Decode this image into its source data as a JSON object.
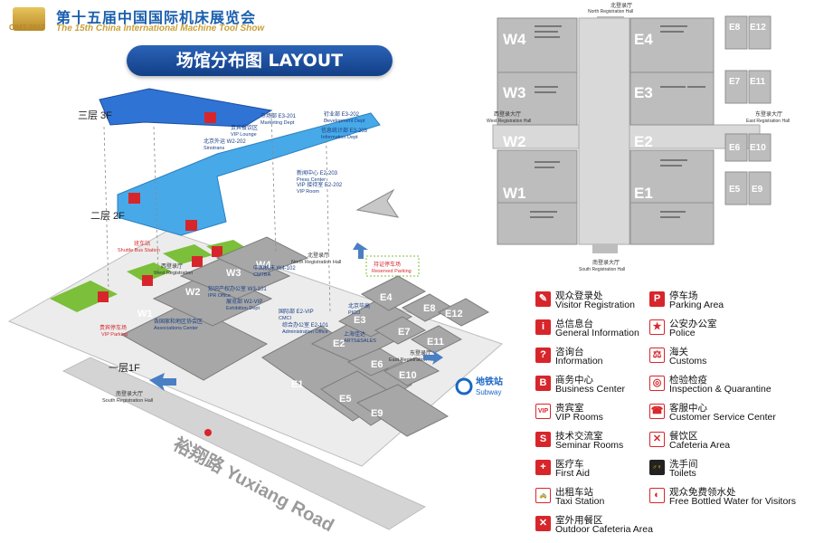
{
  "header": {
    "logo_year": "CIMT 2017",
    "title_cn": "第十五届中国国际机床展览会",
    "title_en": "The 15th China International Machine Tool Show",
    "banner": "场馆分布图 LAYOUT"
  },
  "iso_map": {
    "floor3": "三层 3F",
    "floor2": "二层 2F",
    "floor1": "一层1F",
    "road": "裕翔路 Yuxiang Road",
    "subway_cn": "地铁站",
    "subway_en": "Subway",
    "south_hall_cn": "南登录大厅",
    "south_hall_en": "South Registration Hall",
    "west_hall_cn": "西登录厅",
    "west_hall_en": "West Registration",
    "north_hall_cn": "北登录厅",
    "north_hall_en": "North Registration Hall",
    "east_hall_cn": "东登录厅",
    "east_hall_en": "East Registration Hall",
    "shuttle_cn": "班车站",
    "shuttle_en": "Shuttle Bus Station",
    "vip_parking_cn": "贵宾停车场",
    "vip_parking_en": "VIP Parking",
    "reserved_cn": "持证停车场",
    "reserved_en": "Reserved Parking",
    "dev_cn": "行业部 E3-202",
    "dev_en": "Development Dept",
    "mkt_cn": "市场部 E3-201",
    "mkt_en": "Marketing Dept",
    "info_dept_cn": "信息统计部 E3-203",
    "info_dept_en": "Information Dept",
    "vip_lounge_cn": "贵宾餐饮区",
    "vip_lounge_en": "VIP Lounge",
    "sino_cn": "北京外运 W2-202",
    "sino_en": "Sinotrans",
    "press_cn": "新闻中心 E2-203",
    "press_en": "Press Center",
    "viproom_cn": "VIP 接待室 E2-202",
    "viproom_en": "VIP Room",
    "cmtba_cn": "中国机床 W4-102",
    "cmtba_en": "CMTBA",
    "ipr_cn": "知识产权办公室 W3-101",
    "ipr_en": "IPR Office",
    "exh_cn": "展览部 W2-VIP",
    "exh_en": "Exhibition Dept",
    "cmcj_cn": "国际部 E2-VIP",
    "cmcj_en": "CMCI",
    "admin_cn": "综合办公室 E2-101",
    "admin_en": "Administration Office",
    "assoc_cn": "各国家和地区协会区",
    "assoc_en": "Associations Center",
    "art_cn": "上海佳达",
    "art_en": "ARTS&SALES",
    "pico_cn": "北京毕高",
    "pico_en": "PICO",
    "halls": [
      "W1",
      "W2",
      "W3",
      "W4",
      "E1",
      "E2",
      "E3",
      "E4",
      "E5",
      "E6",
      "E7",
      "E8",
      "E9",
      "E10",
      "E11",
      "E12"
    ]
  },
  "floorplan": {
    "north_cn": "北登录厅",
    "north_en": "North Registration Hall",
    "south_cn": "南登录大厅",
    "south_en": "South Registration Hall",
    "west_cn": "西登录大厅",
    "west_en": "West Registration Hall",
    "east_cn": "东登录大厅",
    "east_en": "East Registration Hall",
    "halls_large": [
      "W4",
      "W3",
      "W2",
      "W1",
      "E4",
      "E3",
      "E2",
      "E1"
    ],
    "halls_small": [
      "E8",
      "E12",
      "E7",
      "E11",
      "E6",
      "E10",
      "E5",
      "E9"
    ]
  },
  "legend": [
    {
      "icon": "visitor-registration-icon",
      "symbol": "✎",
      "style": "red",
      "cn": "观众登录处",
      "en": "Visitor Registration"
    },
    {
      "icon": "parking-icon",
      "symbol": "P",
      "style": "red",
      "cn": "停车场",
      "en": "Parking Area"
    },
    {
      "icon": "general-information-icon",
      "symbol": "i",
      "style": "red",
      "cn": "总信息台",
      "en": "General Information"
    },
    {
      "icon": "police-icon",
      "symbol": "★",
      "style": "outline",
      "cn": "公安办公室",
      "en": "Police"
    },
    {
      "icon": "information-icon",
      "symbol": "?",
      "style": "red",
      "cn": "咨询台",
      "en": "Information"
    },
    {
      "icon": "customs-icon",
      "symbol": "⚖",
      "style": "outline",
      "cn": "海关",
      "en": "Customs"
    },
    {
      "icon": "business-center-icon",
      "symbol": "B",
      "style": "red",
      "cn": "商务中心",
      "en": "Business Center"
    },
    {
      "icon": "inspection-icon",
      "symbol": "◎",
      "style": "outline",
      "cn": "检验检疫",
      "en": "Inspection & Quarantine"
    },
    {
      "icon": "vip-rooms-icon",
      "symbol": "VIP",
      "style": "outline",
      "cn": "贵宾室",
      "en": "VIP Rooms"
    },
    {
      "icon": "customer-service-icon",
      "symbol": "☎",
      "style": "outline",
      "cn": "客服中心",
      "en": "Customer Service Center"
    },
    {
      "icon": "seminar-rooms-icon",
      "symbol": "S",
      "style": "red",
      "cn": "技术交流室",
      "en": "Seminar Rooms"
    },
    {
      "icon": "cafeteria-icon",
      "symbol": "✕",
      "style": "outline",
      "cn": "餐饮区",
      "en": "Cafeteria Area"
    },
    {
      "icon": "first-aid-icon",
      "symbol": "+",
      "style": "red",
      "cn": "医疗车",
      "en": "First Aid"
    },
    {
      "icon": "toilets-icon",
      "symbol": "♂♀",
      "style": "dark",
      "cn": "洗手间",
      "en": "Toilets"
    },
    {
      "icon": "taxi-station-icon",
      "symbol": "🚕",
      "style": "outline",
      "cn": "出租车站",
      "en": "Taxi Station"
    },
    {
      "icon": "bottled-water-icon",
      "symbol": "◐",
      "style": "outline",
      "cn": "观众免费领水处",
      "en": "Free Bottled Water for Visitors"
    },
    {
      "icon": "outdoor-cafeteria-icon",
      "symbol": "✕",
      "style": "red",
      "cn": "室外用餐区",
      "en": "Outdoor Cafeteria Area"
    }
  ]
}
